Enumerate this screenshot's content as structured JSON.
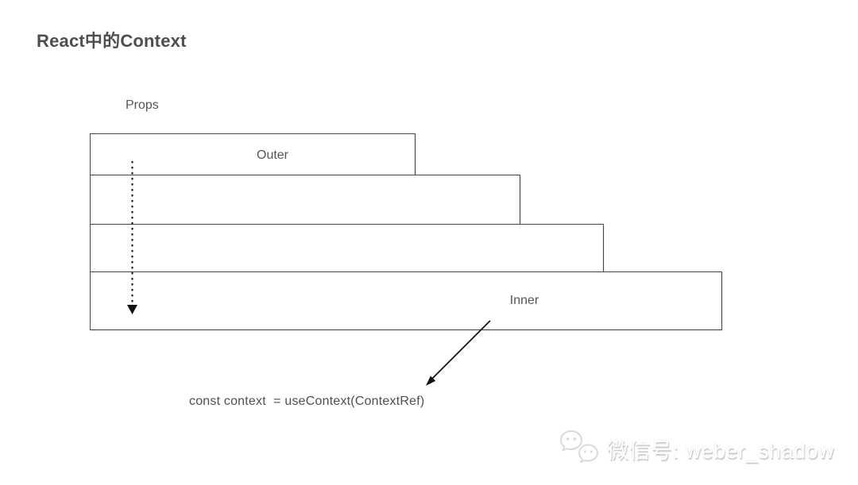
{
  "title": "React中的Context",
  "diagram": {
    "props_label": "Props",
    "boxes": [
      {
        "label": "Outer"
      },
      {
        "label": ""
      },
      {
        "label": ""
      },
      {
        "label": "Inner"
      }
    ],
    "code_caption": "const context  = useContext(ContextRef)"
  },
  "watermark": {
    "icon": "wechat-icon",
    "text": "微信号: weber_shadow"
  },
  "colors": {
    "background": "#ffffff",
    "box_border": "#474747",
    "text": "#555555",
    "title": "#4e4e4e",
    "arrow": "#111111",
    "watermark_shadow": "#c7c7c7"
  }
}
